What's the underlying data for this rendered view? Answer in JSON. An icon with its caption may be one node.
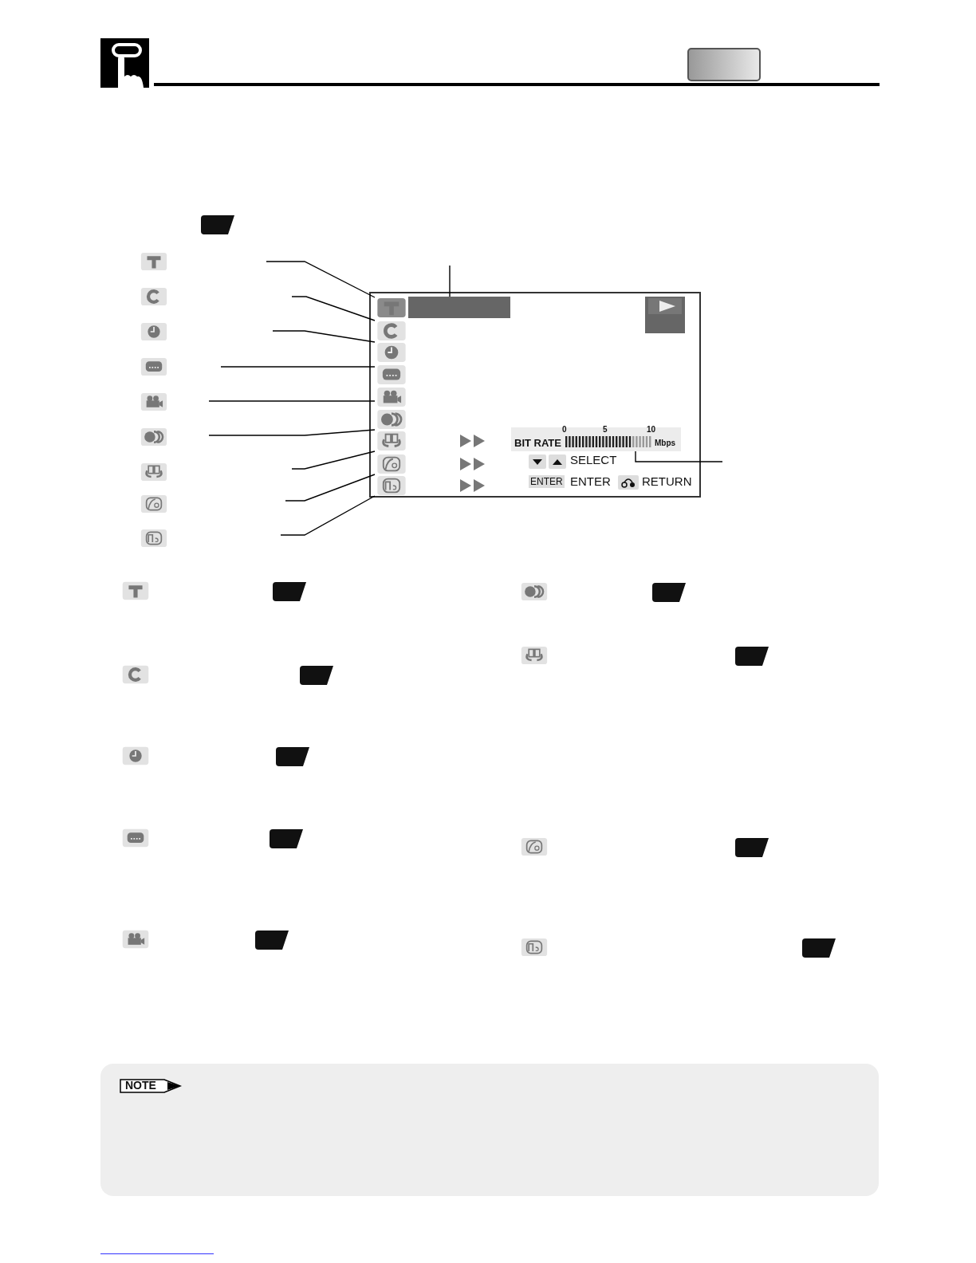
{
  "diagram": {
    "nodes": [
      {
        "text": [],
        "shape": "box"
      },
      {
        "text": [],
        "shape": "box",
        "in": 0
      },
      {
        "text": [],
        "shape": "box",
        "in": 0
      },
      {
        "text": [],
        "shape": "box",
        "in": 0
      },
      {
        "text": [],
        "shape": "box",
        "in": 0
      },
      {
        "text": [],
        "shape": "box",
        "in": 0
      },
      {
        "text": [],
        "shape": "box",
        "in": 0
      },
      {
        "text": [],
        "shape": "box",
        "in": 0
      },
      {
        "text": [],
        "shape": "box",
        "in": 0
      },
      {
        "text": [],
        "shape": "box",
        "in": 0
      },
      {
        "text": [],
        "shape": "bar",
        "in": 0
      },
      {
        "text": [
          "0",
          "5",
          "10",
          "BIT RATE",
          "Mbps"
        ],
        "in": 0
      }
    ],
    "edges": [
      {
        "from": null,
        "to": 1,
        "arrow": "none"
      },
      {
        "from": null,
        "to": 2,
        "arrow": "none"
      },
      {
        "from": null,
        "to": 3,
        "arrow": "none"
      },
      {
        "from": null,
        "to": 4,
        "arrow": "none"
      },
      {
        "from": null,
        "to": 5,
        "arrow": "none"
      },
      {
        "from": null,
        "to": 6,
        "arrow": "none"
      },
      {
        "from": null,
        "to": 7,
        "arrow": "none"
      },
      {
        "from": null,
        "to": 8,
        "arrow": "none"
      },
      {
        "from": null,
        "to": 9,
        "arrow": "none"
      },
      {
        "from": null,
        "to": 10,
        "arrow": "none"
      },
      {
        "from": 11,
        "to": null,
        "arrow": "none"
      }
    ],
    "labels": [
      "SELECT",
      "ENTER",
      "ENTER",
      "RETURN",
      "NOTE"
    ]
  }
}
